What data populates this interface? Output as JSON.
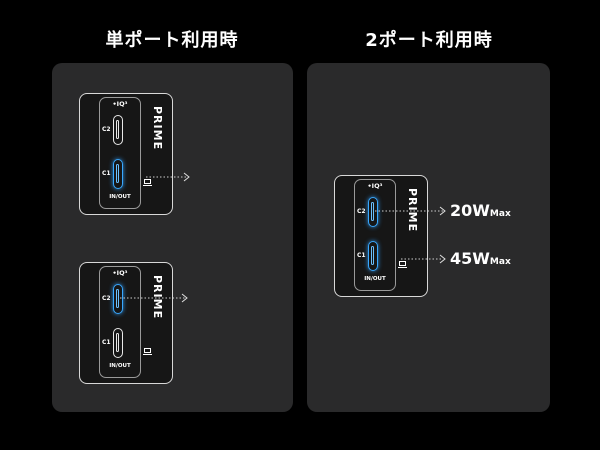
{
  "headings": {
    "single": "単ポート利用時",
    "dual": "2ポート利用時"
  },
  "charger": {
    "brand": "PRIME",
    "iq": "•IQ³",
    "port_c2": "C2",
    "port_c1": "C1",
    "inout": "IN/OUT"
  },
  "output": {
    "c2_value": "20W",
    "c1_value": "45W",
    "unit_suffix": "Max"
  },
  "colors": {
    "background": "#000000",
    "panel": "#2a2a2b",
    "active_port": "#39a8ff"
  },
  "icons": [
    "laptop-icon",
    "arrow-right-icon"
  ]
}
